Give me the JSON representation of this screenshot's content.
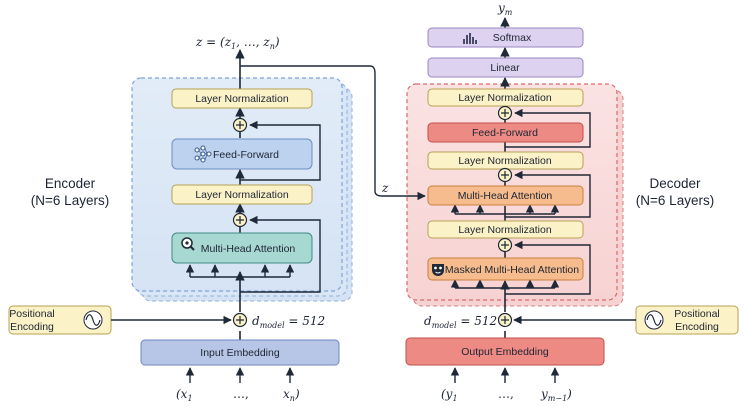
{
  "encoder": {
    "title": "Encoder",
    "subtitle": "(N=6 Layers)",
    "layer_norm_top": "Layer Normalization",
    "feed_forward": "Feed-Forward",
    "layer_norm_mid": "Layer Normalization",
    "mha": "Multi-Head Attention",
    "output_var": "z = (z",
    "output_mid": ", …, z",
    "output_end": ")",
    "sub1": "1",
    "subn": "n"
  },
  "decoder": {
    "title": "Decoder",
    "subtitle": "(N=6 Layers)",
    "layer_norm_1": "Layer Normalization",
    "feed_forward": "Feed-Forward",
    "layer_norm_2": "Layer Normalization",
    "mha": "Multi-Head Attention",
    "layer_norm_3": "Layer Normalization",
    "masked_mha": "Masked Multi-Head Attention",
    "softmax": "Softmax",
    "linear": "Linear",
    "output_y": "y",
    "output_y_sub": "m"
  },
  "inputs": {
    "positional_left_1": "Positional",
    "positional_left_2": "Encoding",
    "positional_right_1": "Positional",
    "positional_right_2": "Encoding",
    "input_embedding": "Input Embedding",
    "output_embedding": "Output Embedding",
    "dmodel_left": "d",
    "dmodel_left_sub": "model",
    "dmodel_left_val": " = 512",
    "dmodel_right": "d",
    "dmodel_right_sub": "model",
    "dmodel_right_val": " = 512",
    "enc_x1": "(x",
    "enc_x1_sub": "1",
    "enc_dots": "…,",
    "enc_xn": "x",
    "enc_xn_sub": "n",
    "enc_xn_close": ")",
    "dec_y1": "(y",
    "dec_y1_sub": "1",
    "dec_dots": "…,",
    "dec_ym": "y",
    "dec_ym_sub": "m−1",
    "dec_ym_close": ")"
  },
  "cross": {
    "z_label": "z"
  },
  "colors": {
    "encoder_bg": "#dce8f6",
    "decoder_bg": "#f9dcdc",
    "layer_norm": "#fbf2c8",
    "feed_forward_enc": "#bcd2ef",
    "mha_enc": "#a8d8d2",
    "feed_forward_dec": "#ee8a84",
    "mha_dec": "#f6bc8e",
    "softmax": "#ddd2ef",
    "input_embedding": "#b7c6e6",
    "output_embedding": "#ee8a84"
  }
}
